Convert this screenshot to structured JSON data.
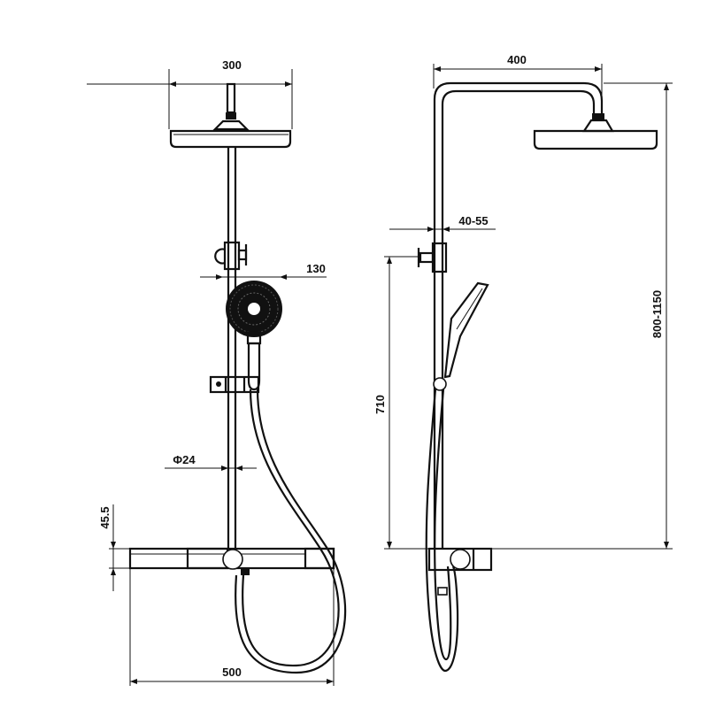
{
  "front_view": {
    "dim_head_width": "300",
    "dim_handshower": "130",
    "dim_pipe_diameter": "Φ24",
    "dim_valve_height": "45.5",
    "dim_valve_width": "500"
  },
  "side_view": {
    "dim_arm_reach": "400",
    "dim_wall_offset": "40-55",
    "dim_holder_height": "710",
    "dim_total_height": "800-1150"
  },
  "icons": [
    "shower-head",
    "hand-shower",
    "thermostatic-valve",
    "hose",
    "slide-holder"
  ]
}
